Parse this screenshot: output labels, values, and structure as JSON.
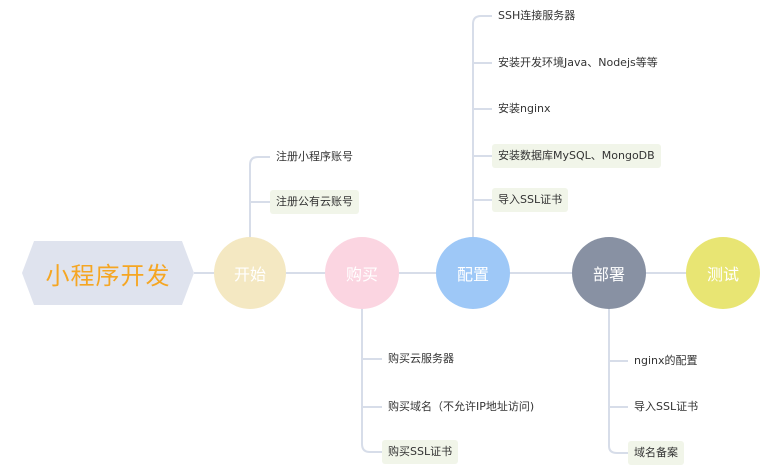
{
  "root": {
    "label": "小程序开发"
  },
  "stages": [
    {
      "label": "开始",
      "color": "#f4e8c2"
    },
    {
      "label": "购买",
      "color": "#fbd5e1"
    },
    {
      "label": "配置",
      "color": "#9ec8f7"
    },
    {
      "label": "部署",
      "color": "#8891a3"
    },
    {
      "label": "测试",
      "color": "#e8e573"
    }
  ],
  "branches": {
    "start": [
      "注册小程序账号",
      "注册公有云账号"
    ],
    "buy": [
      "购买云服务器",
      "购买域名（不允许IP地址访问)",
      "购买SSL证书"
    ],
    "config": [
      "SSH连接服务器",
      "安装开发环境Java、Nodejs等等",
      "安装nginx",
      "安装数据库MySQL、MongoDB",
      "导入SSL证书"
    ],
    "deploy": [
      "nginx的配置",
      "导入SSL证书",
      "域名备案"
    ]
  },
  "colors": {
    "line": "#d7dde9",
    "leaf_highlight": "#f1f5e9",
    "root_text": "#f5a623"
  }
}
